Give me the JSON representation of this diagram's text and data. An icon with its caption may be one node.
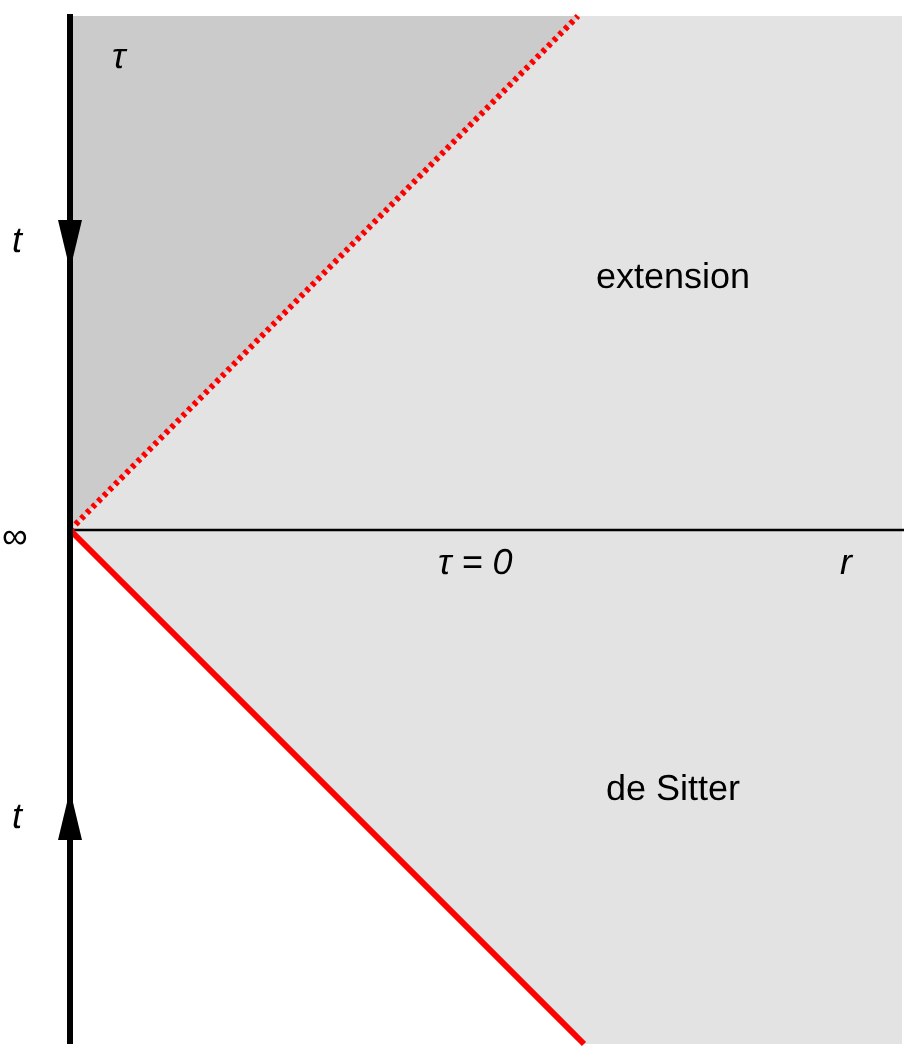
{
  "diagram": {
    "labels": [
      "τ",
      "t",
      "extension",
      "∞",
      "τ = 0",
      "r",
      "t",
      "de Sitter"
    ]
  }
}
